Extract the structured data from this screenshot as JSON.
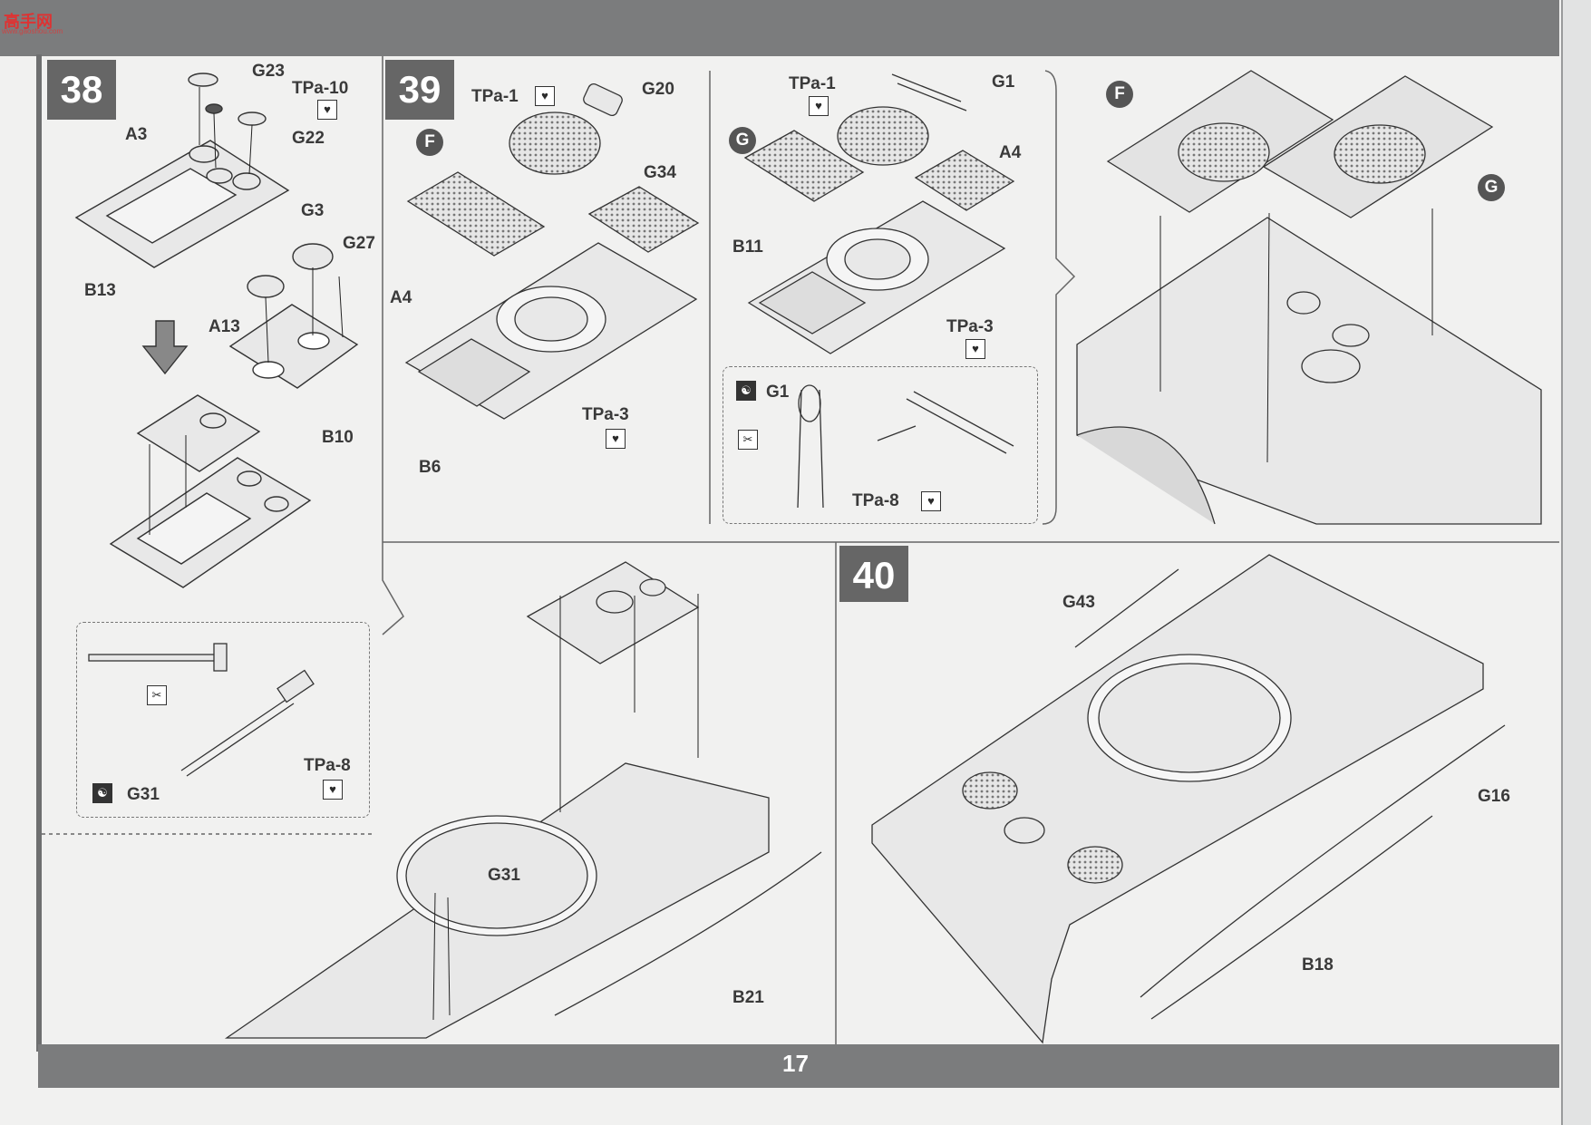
{
  "header": {
    "watermark": "高手网",
    "watermark_sub": "www.gaoshou.com"
  },
  "page_number": "17",
  "steps": [
    {
      "number": "38"
    },
    {
      "number": "39"
    },
    {
      "number": "40"
    }
  ],
  "step38": {
    "labels": {
      "g23": "G23",
      "tpa10": "TPa-10",
      "a3": "A3",
      "g22": "G22",
      "g3": "G3",
      "g27": "G27",
      "b13": "B13",
      "a13": "A13",
      "b10": "B10"
    },
    "inset": {
      "tpa8": "TPa-8",
      "g31": "G31"
    }
  },
  "step39": {
    "sub_f": "F",
    "sub_g": "G",
    "labels_f": {
      "tpa1": "TPa-1",
      "g20": "G20",
      "g34": "G34",
      "a4": "A4",
      "tpa3": "TPa-3",
      "b6": "B6"
    },
    "labels_g": {
      "tpa1": "TPa-1",
      "g1": "G1",
      "a4": "A4",
      "b11": "B11",
      "tpa3": "TPa-3"
    },
    "inset": {
      "g1": "G1",
      "tpa8": "TPa-8"
    },
    "lower": {
      "g31": "G31",
      "b21": "B21"
    }
  },
  "step40": {
    "labels": {
      "g43": "G43",
      "g16": "G16",
      "b18": "B18"
    }
  },
  "colors": {
    "bar": "#7b7c7d",
    "step_box": "#666666",
    "paper": "#f1f1f0",
    "line": "#333333"
  }
}
